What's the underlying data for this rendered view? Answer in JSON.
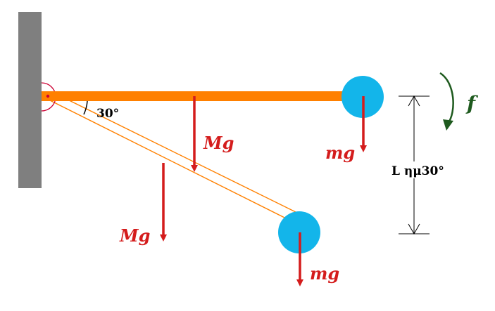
{
  "colors": {
    "wall": "#7f7f7f",
    "rod": "#ff8000",
    "mass": "#13b5ea",
    "force": "#d41c1c",
    "rotation": "#1e5a1e",
    "pivot": "#cc0033",
    "line": "#000000"
  },
  "labels": {
    "angle": "30°",
    "rod_weight_horizontal": "Mg",
    "rod_weight_inclined": "Mg",
    "mass_weight_horizontal": "mg",
    "mass_weight_inclined": "mg",
    "height": "L ημ30°",
    "rotation": "f"
  }
}
